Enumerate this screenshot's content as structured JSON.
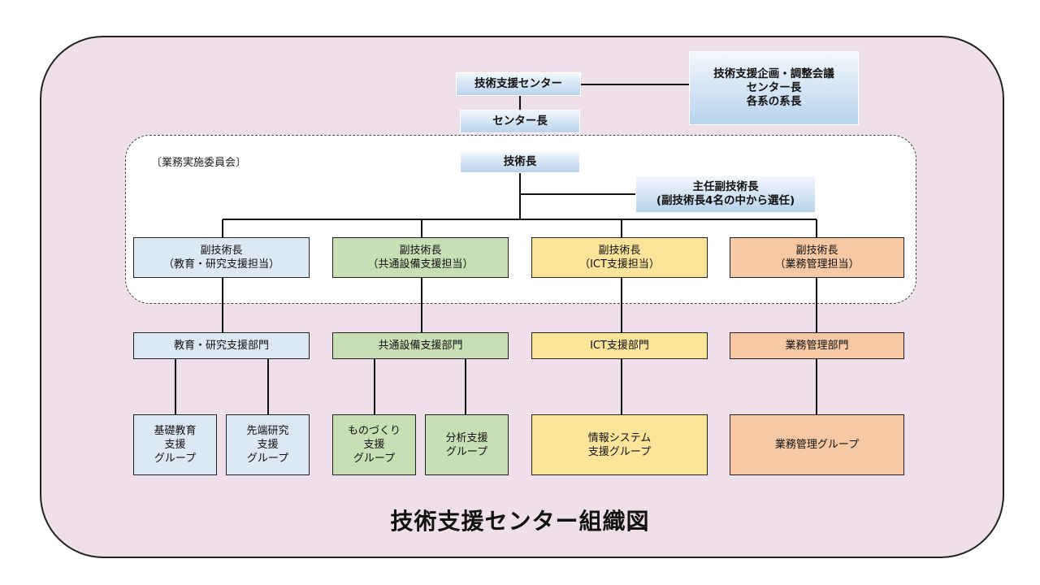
{
  "title": "技術支援センター組織図",
  "committee_label": "〔業務実施委員会〕",
  "top": {
    "center": "技術支援センター",
    "center_head": "センター長",
    "meeting": [
      "技術支援企画・調整会議",
      "センター長",
      "各系の系長"
    ],
    "chief": "技術長",
    "senior_deputy": [
      "主任副技術長",
      "(副技術長4名の中から選任)"
    ]
  },
  "deputies": [
    {
      "lines": [
        "副技術長",
        "（教育・研究支援担当）"
      ]
    },
    {
      "lines": [
        "副技術長",
        "（共通設備支援担当）"
      ]
    },
    {
      "lines": [
        "副技術長",
        "（ICT支援担当）"
      ]
    },
    {
      "lines": [
        "副技術長",
        "（業務管理担当）"
      ]
    }
  ],
  "departments": [
    "教育・研究支援部門",
    "共通設備支援部門",
    "ICT支援部門",
    "業務管理部門"
  ],
  "groups": [
    {
      "lines": [
        "基礎教育",
        "支援",
        "グループ"
      ]
    },
    {
      "lines": [
        "先端研究",
        "支援",
        "グループ"
      ]
    },
    {
      "lines": [
        "ものづくり",
        "支援",
        "グループ"
      ]
    },
    {
      "lines": [
        "分析支援",
        "グループ"
      ]
    },
    {
      "lines": [
        "情報システム",
        "支援グループ"
      ]
    },
    {
      "lines": [
        "業務管理グループ"
      ]
    }
  ],
  "colors": {
    "frame_fill": "#efdfe9",
    "education": "#dde8f5",
    "facility": "#c8dfb5",
    "ict": "#fde49b",
    "management": "#f6c8a4",
    "header_gradient": [
      "#f2f7fc",
      "#b8d3ec"
    ]
  }
}
